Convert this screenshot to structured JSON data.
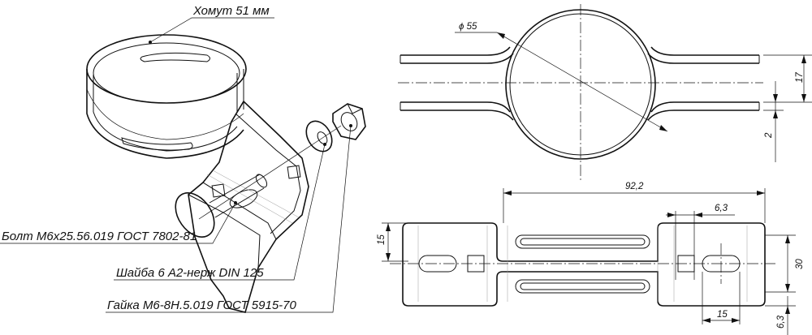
{
  "labels": {
    "clamp": "Хомут 51 мм",
    "bolt": "Болт М6х25.56.019 ГОСТ 7802-81",
    "washer": "Шайба 6 А2-нерж DIN 125",
    "nut": "Гайка М6-8Н.5.019 ГОСТ 5915-70"
  },
  "dimensions": {
    "diameter": "ϕ 55",
    "height_17": "17",
    "thickness_2": "2",
    "length_92_2": "92,2",
    "offset_6_3_top": "6,3",
    "height_15_left": "15",
    "width_30": "30",
    "slot_15": "15",
    "offset_6_3_right": "6,3"
  }
}
